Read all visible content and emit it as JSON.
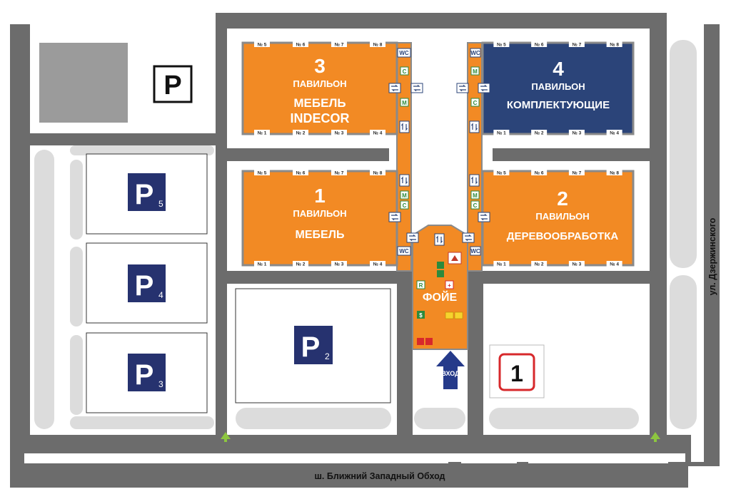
{
  "colors": {
    "road": "#6c6c6c",
    "lane": "#dcdcdc",
    "orange": "#f28a24",
    "navy": "#2b4479",
    "parking_sign": "#26326f",
    "red_frame": "#d7282b",
    "entrance_arrow": "#253a8a",
    "cross_arrow": "#8dc63f"
  },
  "pavilions": [
    {
      "id": "p3",
      "number": "3",
      "kind": "ПАВИЛЬОН",
      "name1": "МЕБЕЛЬ",
      "name2": "INDECOR",
      "top_shops": [
        "№ 5",
        "№ 6",
        "№ 7",
        "№ 8"
      ],
      "bottom_shops": [
        "№ 1",
        "№ 2",
        "№ 3",
        "№ 4"
      ]
    },
    {
      "id": "p4",
      "number": "4",
      "kind": "ПАВИЛЬОН",
      "name1": "КОМПЛЕКТУЮЩИЕ",
      "name2": "",
      "top_shops": [
        "№ 5",
        "№ 6",
        "№ 7",
        "№ 8"
      ],
      "bottom_shops": [
        "№ 1",
        "№ 2",
        "№ 3",
        "№ 4"
      ]
    },
    {
      "id": "p1",
      "number": "1",
      "kind": "ПАВИЛЬОН",
      "name1": "МЕБЕЛЬ",
      "name2": "",
      "top_shops": [
        "№ 5",
        "№ 6",
        "№ 7",
        "№ 8"
      ],
      "bottom_shops": [
        "№ 1",
        "№ 2",
        "№ 3",
        "№ 4"
      ]
    },
    {
      "id": "p2",
      "number": "2",
      "kind": "ПАВИЛЬОН",
      "name1": "ДЕРЕВООБРАБОТКА",
      "name2": "",
      "top_shops": [
        "№ 5",
        "№ 6",
        "№ 7",
        "№ 8"
      ],
      "bottom_shops": [
        "№ 1",
        "№ 2",
        "№ 3",
        "№ 4"
      ]
    }
  ],
  "foyer": {
    "label": "ФОЙЕ"
  },
  "entrance": {
    "label": "ВХОД"
  },
  "parking": {
    "plain": "P",
    "p5": {
      "letter": "P",
      "index": "5"
    },
    "p4": {
      "letter": "P",
      "index": "4"
    },
    "p3": {
      "letter": "P",
      "index": "3"
    },
    "p2": {
      "letter": "P",
      "index": "2"
    },
    "zone1": "1"
  },
  "icons": {
    "wc": "WC",
    "corridor_c": "C",
    "corridor_m": "M",
    "restaurant": "R",
    "dollar": "$",
    "cross": "+"
  },
  "streets": {
    "bottom": "ш. Ближний Западный Обход",
    "right": "ул. Дзержинского"
  }
}
